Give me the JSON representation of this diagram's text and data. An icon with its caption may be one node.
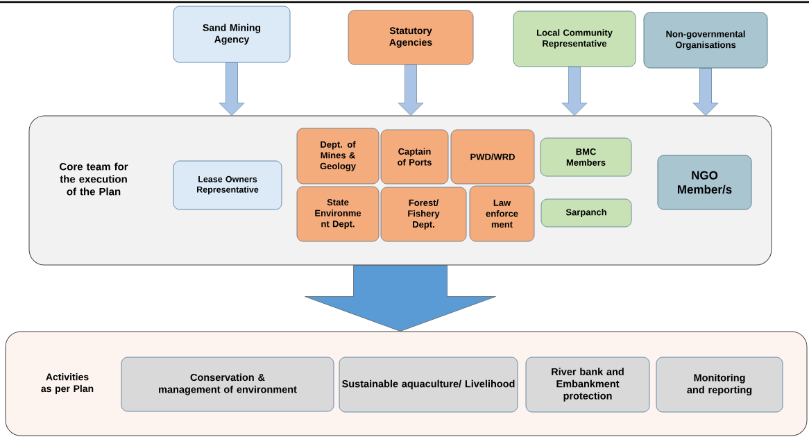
{
  "diagram": {
    "nodes": [
      {
        "text": [
          "Sand Mining Agency"
        ]
      },
      {
        "text": [
          "Statutory Agencies"
        ]
      },
      {
        "text": [
          "Local Community Representative"
        ]
      },
      {
        "text": [
          "Non-governmental Organisations"
        ]
      },
      {
        "text": [
          "Core team for the execution of the Plan"
        ]
      },
      {
        "text": [
          "Lease Owners Representative"
        ],
        "in": 4
      },
      {
        "text": [
          "Dept. of Mines & Geology"
        ],
        "in": 4
      },
      {
        "text": [
          "Captain of Ports"
        ],
        "in": 4
      },
      {
        "text": [
          "PWD/WRD"
        ],
        "in": 4
      },
      {
        "text": [
          "State Environme nt Dept."
        ],
        "in": 4
      },
      {
        "text": [
          "Forest/ Fishery Dept."
        ],
        "in": 4
      },
      {
        "text": [
          "Law enforce ment"
        ],
        "in": 4
      },
      {
        "text": [
          "BMC Members"
        ],
        "in": 4
      },
      {
        "text": [
          "Sarpanch"
        ],
        "in": 4
      },
      {
        "text": [
          "NGO Member/s"
        ],
        "in": 4
      },
      {
        "text": [
          "Activities as per Plan"
        ]
      },
      {
        "text": [
          "Conservation & management of environment"
        ],
        "in": 15
      },
      {
        "text": [
          "Sustainable aquaculture/ Livelihood"
        ],
        "in": 15
      },
      {
        "text": [
          "River bank and Embankment protection"
        ],
        "in": 15
      },
      {
        "text": [
          "Monitoring and reporting"
        ],
        "in": 15
      }
    ],
    "edges": [
      {
        "from": 0,
        "to": 4,
        "arrow": "to"
      },
      {
        "from": 1,
        "to": 4,
        "arrow": "to"
      },
      {
        "from": 2,
        "to": 4,
        "arrow": "to"
      },
      {
        "from": 3,
        "to": 4,
        "arrow": "to"
      },
      {
        "from": 4,
        "to": 15,
        "arrow": "to",
        "style": "thick",
        "color": "#5b9bd5"
      }
    ]
  }
}
